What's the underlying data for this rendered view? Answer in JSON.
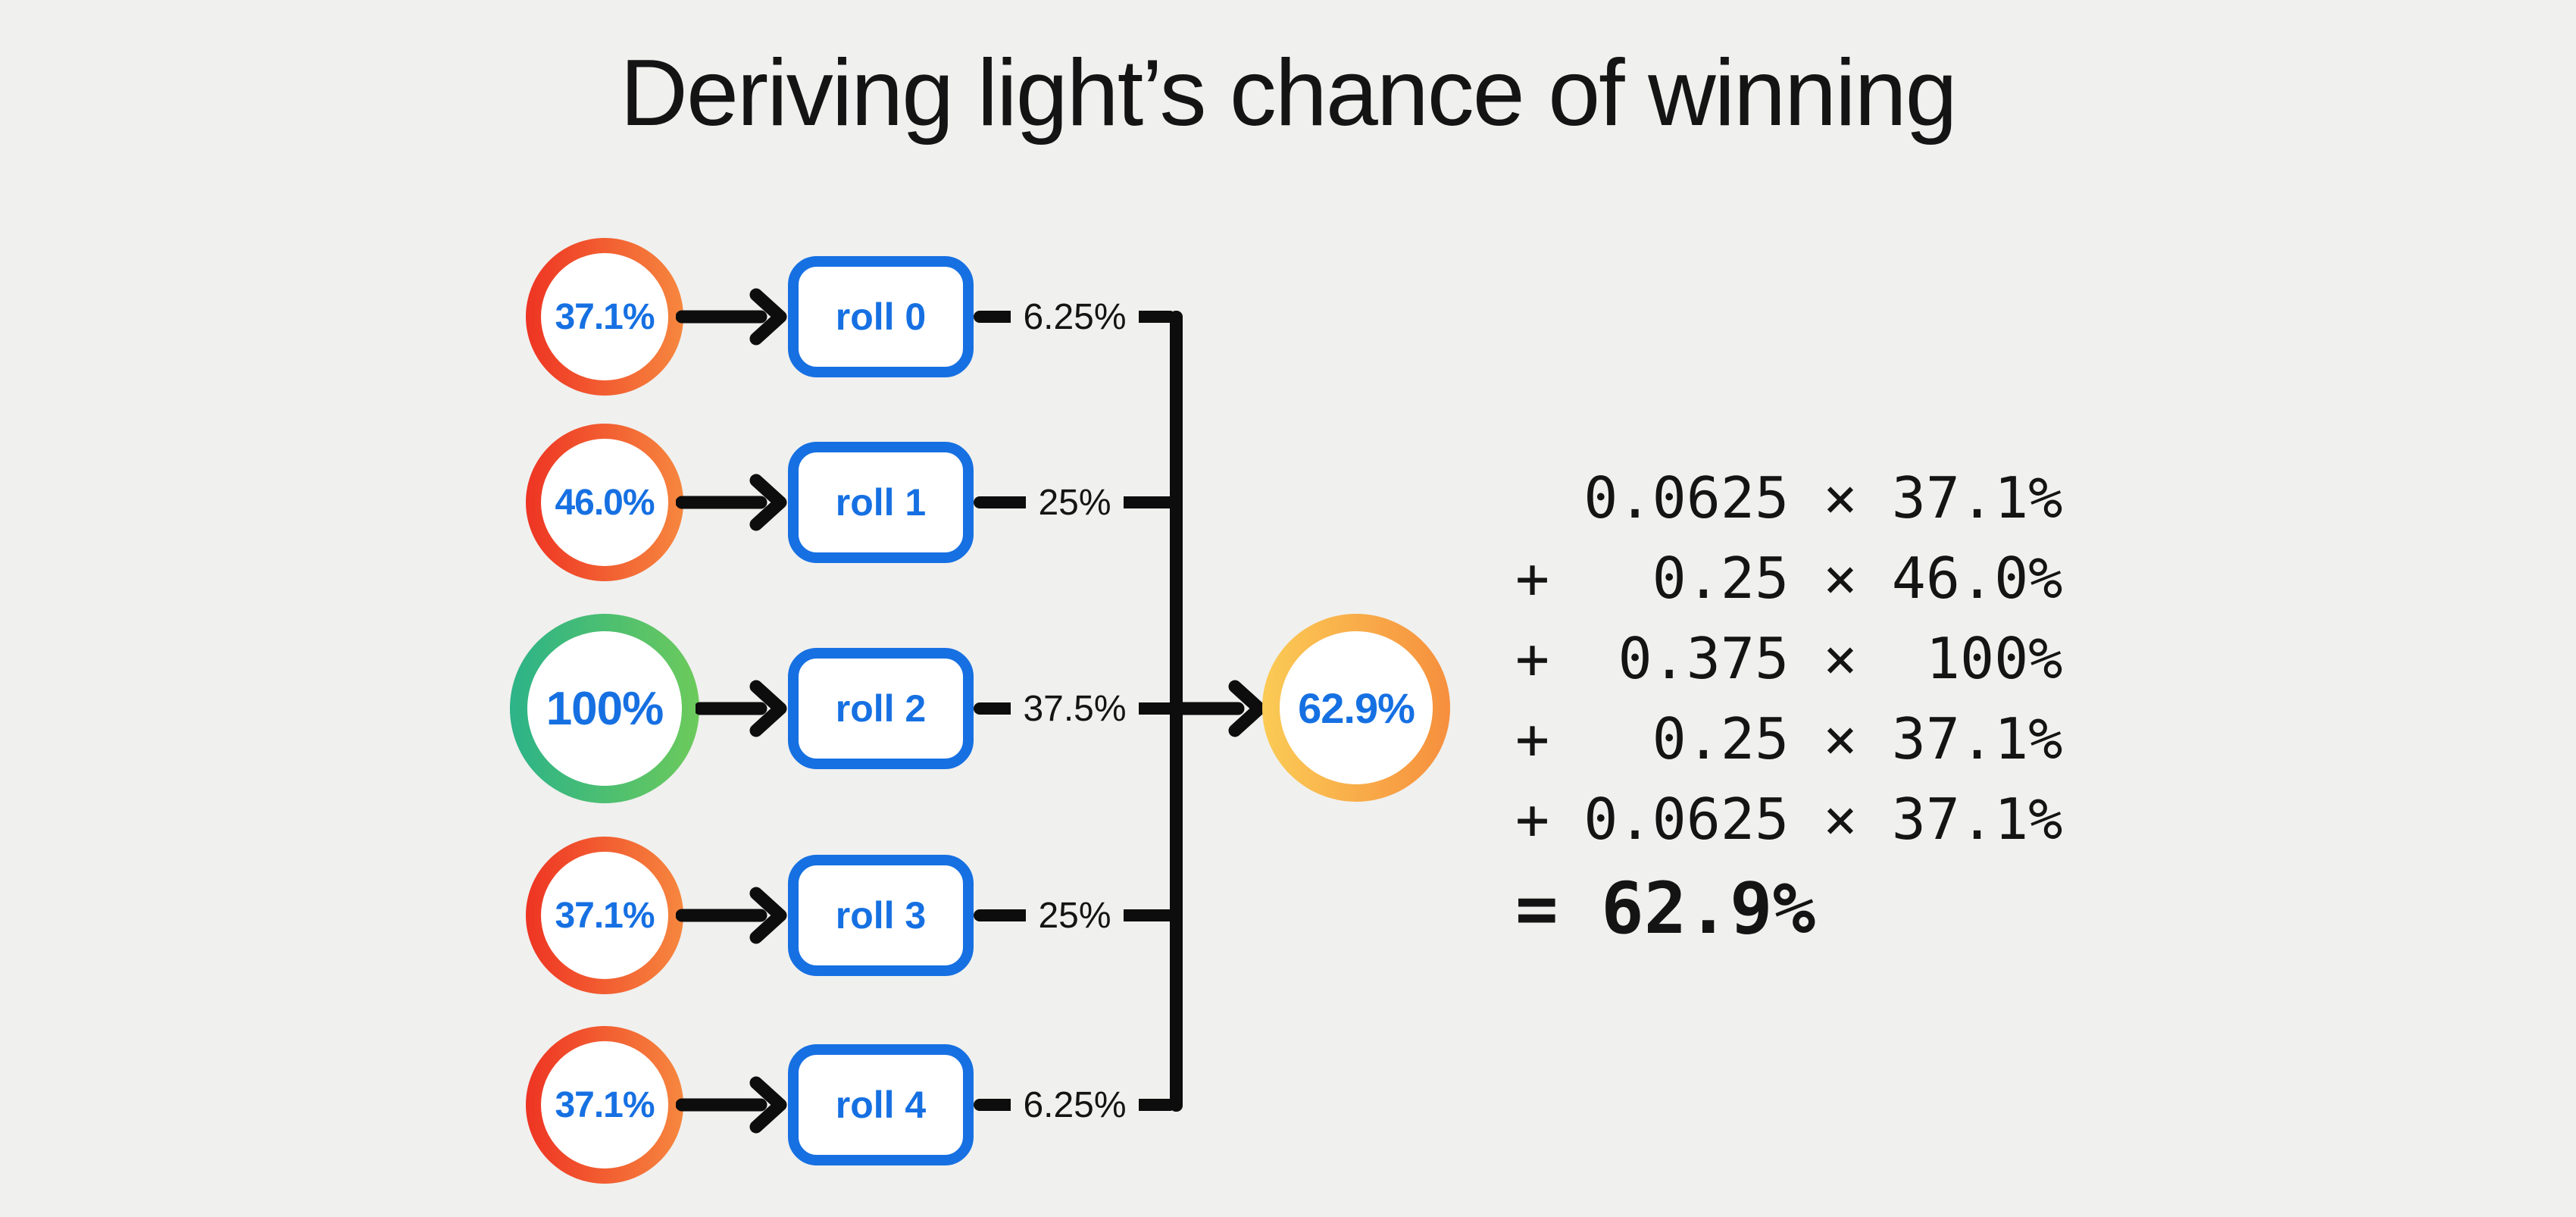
{
  "title": "Deriving light’s chance of winning",
  "colors": {
    "background": "#f0f0ee",
    "ink": "#141414",
    "line": "#0d0d0d",
    "blue": "#1670e2",
    "red": "#ee3423",
    "orange": "#f6873f",
    "teal": "#2cb388",
    "green": "#6cca5b",
    "yellow": "#fbcb55",
    "amber": "#f68f3e"
  },
  "rows": [
    {
      "probability": "37.1%",
      "roll": "roll 0",
      "weight": "6.25%"
    },
    {
      "probability": "46.0%",
      "roll": "roll 1",
      "weight": "25%"
    },
    {
      "probability": "100%",
      "roll": "roll 2",
      "weight": "37.5%"
    },
    {
      "probability": "37.1%",
      "roll": "roll 3",
      "weight": "25%"
    },
    {
      "probability": "37.1%",
      "roll": "roll 4",
      "weight": "6.25%"
    }
  ],
  "result": {
    "value": "62.9%"
  },
  "equation": {
    "lines": [
      "  0.0625 × 37.1%",
      "+   0.25 × 46.0%",
      "+  0.375 ×  100%",
      "+   0.25 × 37.1%",
      "+ 0.0625 × 37.1%"
    ],
    "result": "= 62.9%"
  }
}
